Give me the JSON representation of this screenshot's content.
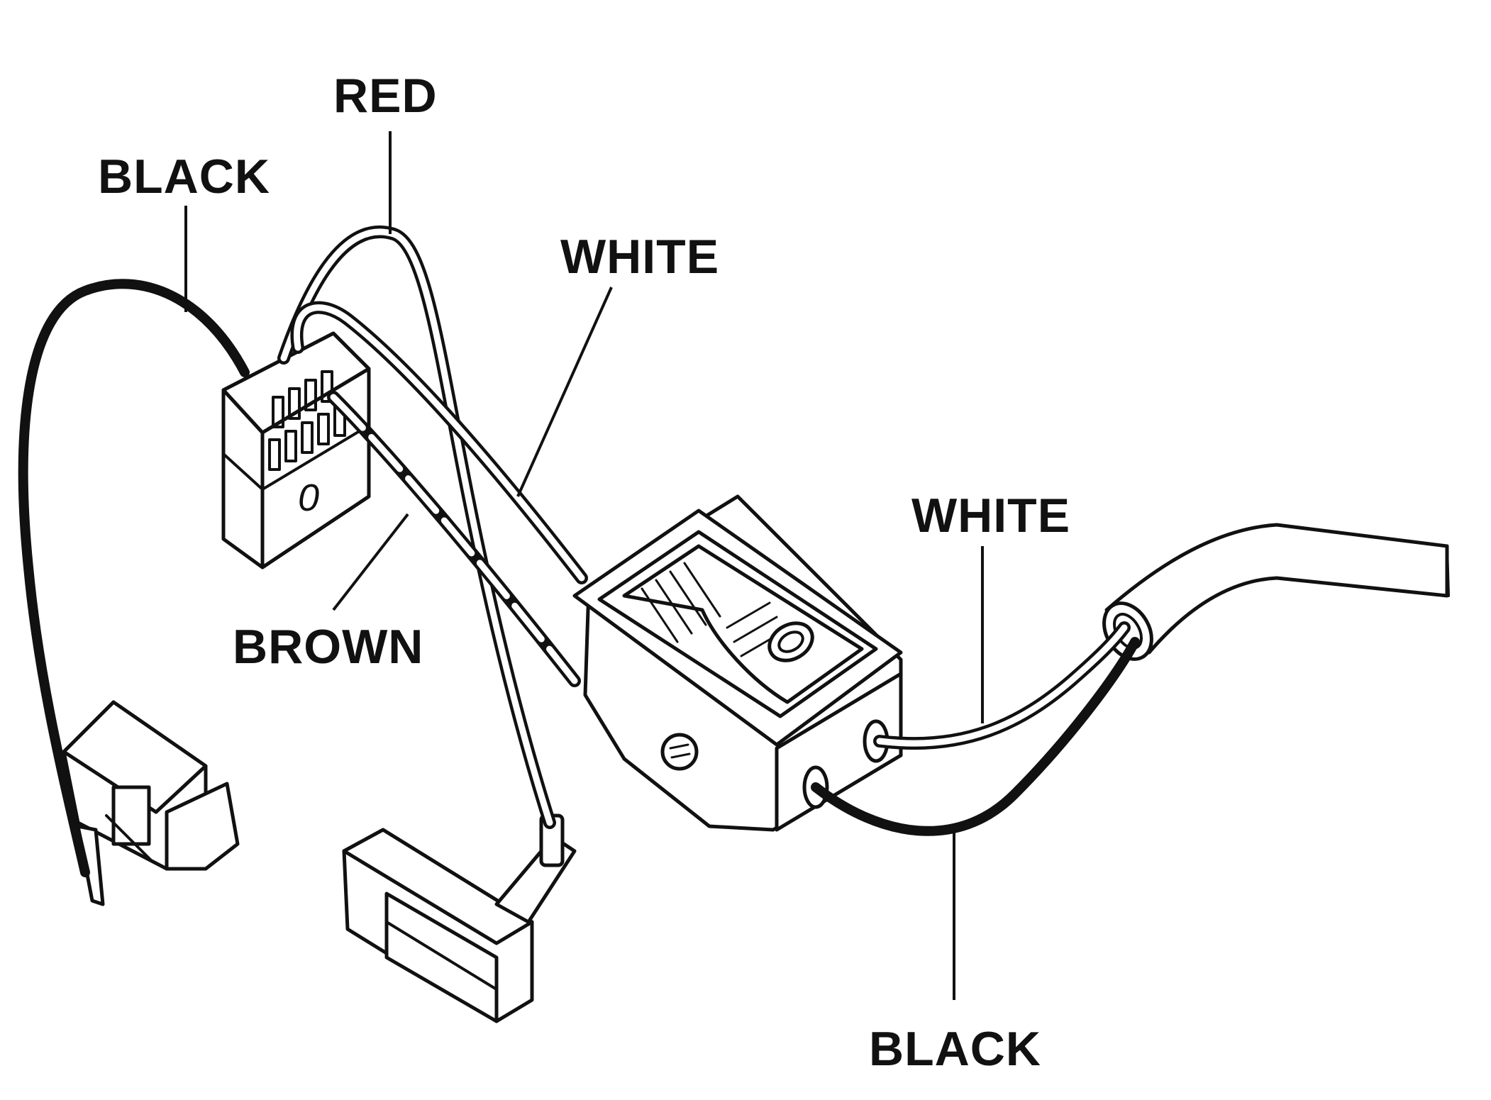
{
  "labels": {
    "red": "RED",
    "black_top": "BLACK",
    "white_top": "WHITE",
    "brown": "BROWN",
    "white_right": "WHITE",
    "black_bottom": "BLACK"
  },
  "markings": {
    "plug_marking": "0"
  }
}
